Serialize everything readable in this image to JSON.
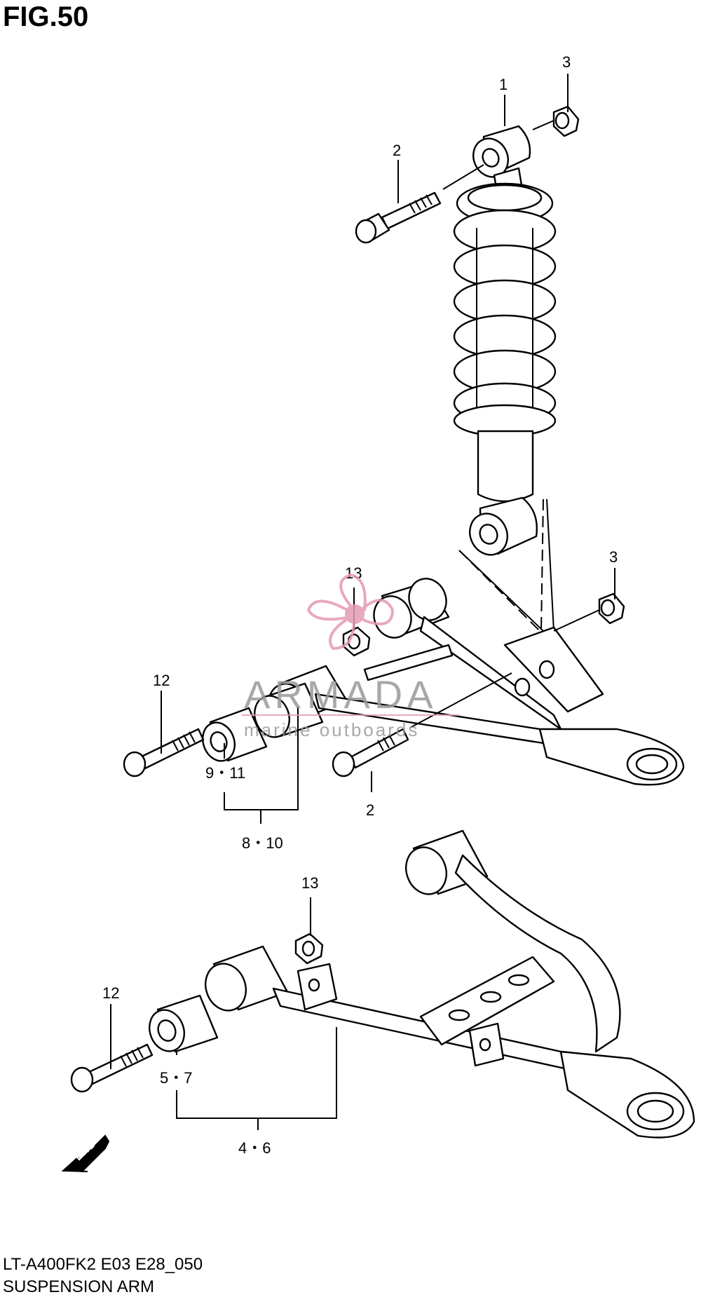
{
  "figure": {
    "title": "FIG.50",
    "code": "LT-A400FK2 E03 E28_050",
    "name": "SUSPENSION ARM"
  },
  "callouts": {
    "c1": "1",
    "c2_top": "2",
    "c3_top": "3",
    "c3_mid": "3",
    "c13_upper": "13",
    "c12_upper": "12",
    "c9_11": "9・11",
    "c2_mid": "2",
    "c8_10": "8・10",
    "c13_lower": "13",
    "c12_lower": "12",
    "c5_7": "5・7",
    "c4_6": "4・6"
  },
  "fwd_marker": "FWD",
  "watermark": {
    "brand": "ARMADA",
    "tagline": "marine outboards",
    "accent_color": "#e59ab5"
  }
}
